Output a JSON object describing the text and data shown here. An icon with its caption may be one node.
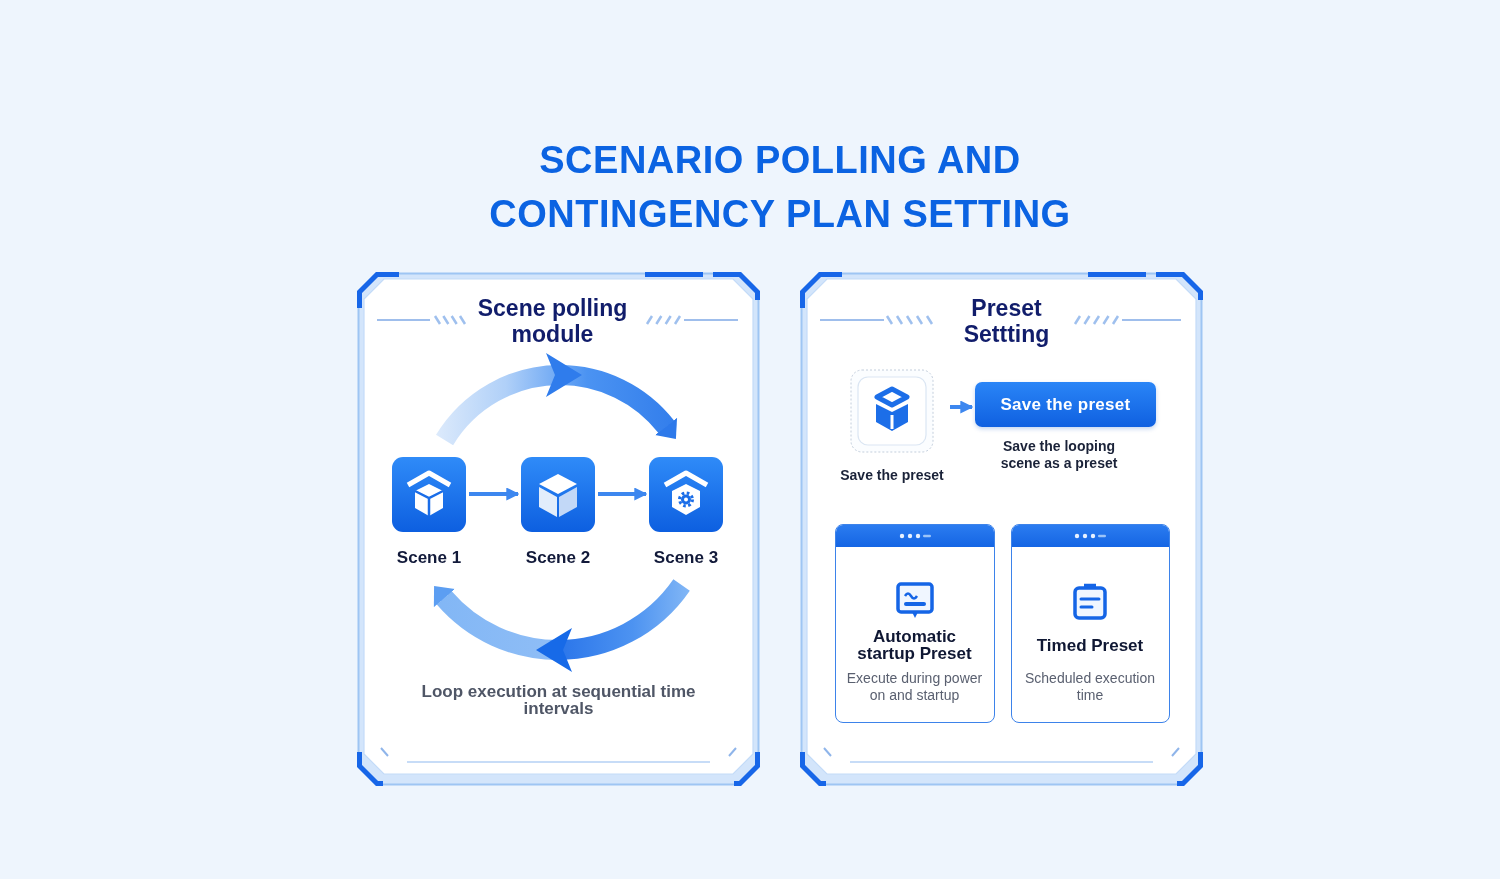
{
  "diagram": {
    "title": "SCENARIO POLLING AND CONTINGENCY PLAN SETTING",
    "nodes": [
      {
        "text": [
          "Scene polling module",
          "Loop execution at sequential time intervals"
        ]
      },
      {
        "text": [
          "Scene 1"
        ],
        "in": 0
      },
      {
        "text": [
          "Scene 2"
        ],
        "in": 0
      },
      {
        "text": [
          "Scene 3"
        ],
        "in": 0
      },
      {
        "text": [
          "Preset Settting"
        ]
      },
      {
        "text": [
          "Save the preset"
        ],
        "in": 4
      },
      {
        "text": [
          "Save the preset"
        ],
        "in": 4,
        "beside": [
          "Save the looping scene as a preset"
        ]
      },
      {
        "text": [
          "Automatic startup Preset",
          "Execute during power on and startup"
        ],
        "in": 4
      },
      {
        "text": [
          "Timed Preset",
          "Scheduled execution time"
        ],
        "in": 4
      }
    ],
    "edges": [
      {
        "from": 1,
        "to": 2,
        "arrow": "to"
      },
      {
        "from": 2,
        "to": 3,
        "arrow": "to"
      },
      {
        "from": 1,
        "to": 3,
        "arrow": "to",
        "style": "thick"
      },
      {
        "from": 3,
        "to": 1,
        "arrow": "to",
        "style": "thick"
      },
      {
        "from": 5,
        "to": 6,
        "arrow": "to"
      }
    ]
  }
}
